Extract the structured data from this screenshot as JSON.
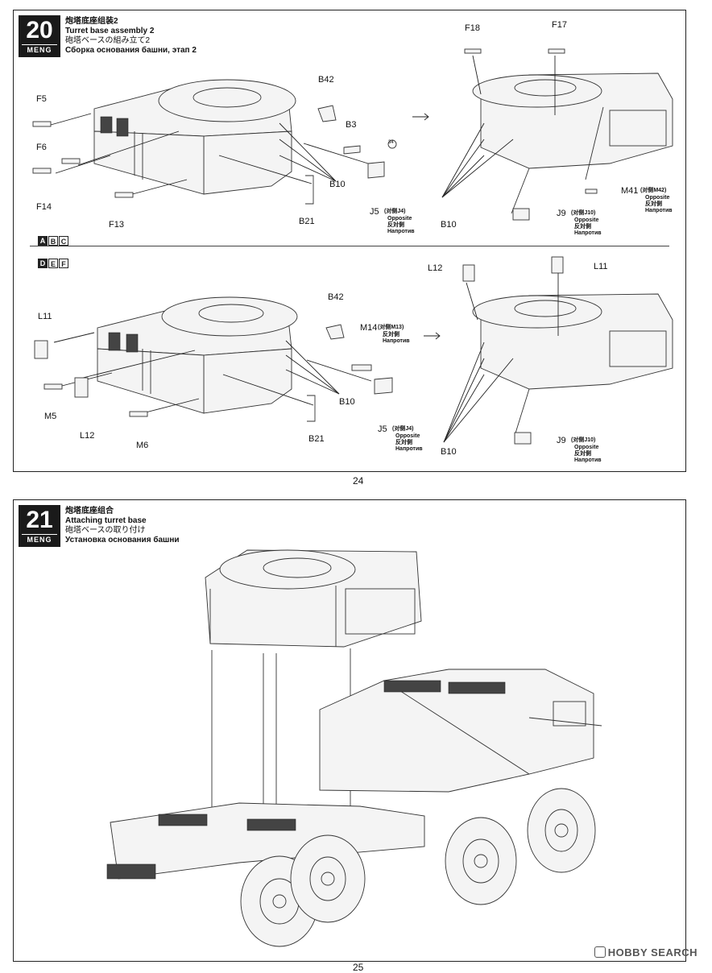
{
  "step20": {
    "number": "20",
    "brand": "MENG",
    "title_zh": "炮塔底座组装2",
    "title_en": "Turret base assembly 2",
    "title_ja": "砲塔ベースの組み立て2",
    "title_ru": "Сборка основания башни, этап 2",
    "variant_abc": [
      "A",
      "B",
      "C"
    ],
    "variant_def": [
      "D",
      "E",
      "F"
    ],
    "top_labels": {
      "F5": "F5",
      "F6": "F6",
      "F14": "F14",
      "F13": "F13",
      "B42": "B42",
      "B3": "B3",
      "B10": "B10",
      "B21": "B21",
      "J5": "J5",
      "J5_note": "(对侧J4)",
      "part34": "34",
      "F18": "F18",
      "F17": "F17",
      "M41": "M41",
      "M41_note": "(对侧M42)",
      "J9": "J9",
      "J9_note": "(对侧J10)",
      "B10b": "B10"
    },
    "bottom_labels": {
      "L11": "L11",
      "M5": "M5",
      "L12": "L12",
      "M6": "M6",
      "B42": "B42",
      "M14": "M14",
      "M14_note": "(对侧M13)",
      "B10": "B10",
      "B21": "B21",
      "J5": "J5",
      "J5_note": "(对侧J4)",
      "L12b": "L12",
      "L11b": "L11",
      "J9": "J9",
      "J9_note": "(对侧J10)",
      "B10b": "B10"
    },
    "opposite_en": "Opposite",
    "opposite_ja": "反対側",
    "opposite_ru": "Напротив"
  },
  "page24": "24",
  "step21": {
    "number": "21",
    "brand": "MENG",
    "title_zh": "炮塔底座组合",
    "title_en": "Attaching turret base",
    "title_ja": "砲塔ベースの取り付け",
    "title_ru": "Установка основания башни"
  },
  "page25": "25",
  "watermark": "HOBBY SEARCH"
}
